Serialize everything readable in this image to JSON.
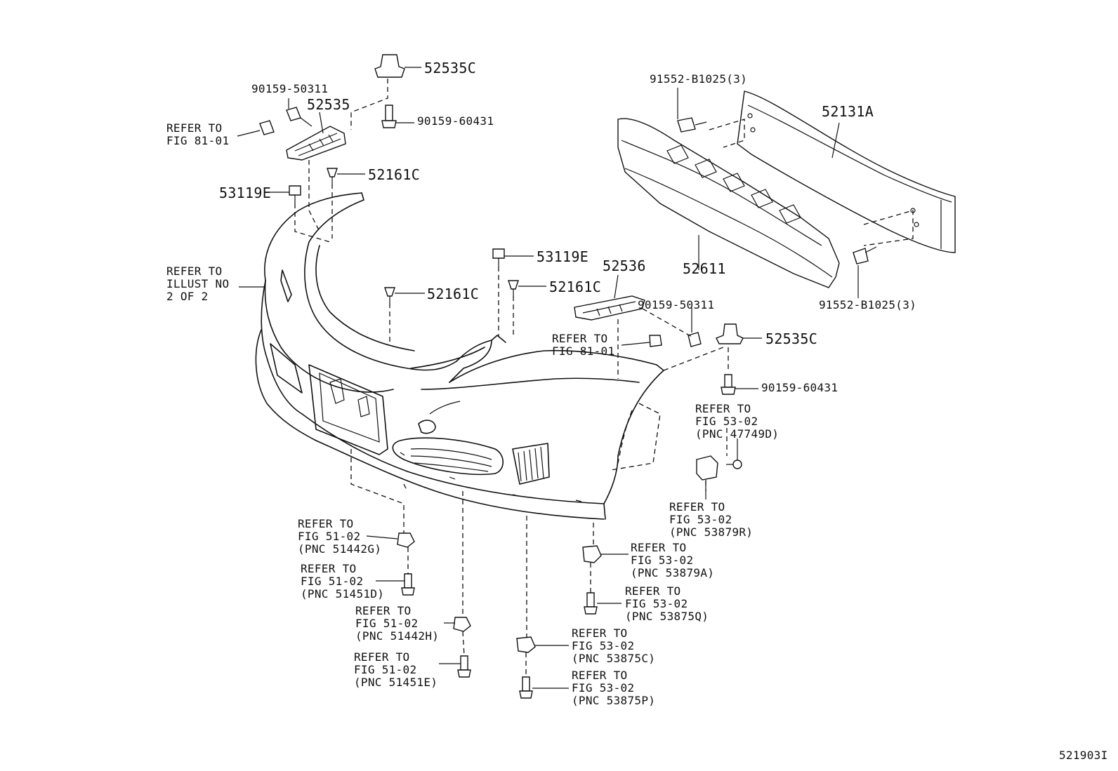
{
  "callouts": {
    "p52535c_a": "52535C",
    "p90159_50311_a": "90159-50311",
    "p52535": "52535",
    "p90159_60431_a": "90159-60431",
    "refer_fig81_a": "REFER TO\nFIG 81-01",
    "p52161c_a": "52161C",
    "p53119e_a": "53119E",
    "refer_illust": "REFER TO\nILLUST NO\n2 OF 2",
    "p53119e_b": "53119E",
    "p52161c_b": "52161C",
    "p52161c_c": "52161C",
    "p91552_a": "91552-B1025(3)",
    "p52131a": "52131A",
    "p52536": "52536",
    "p52611": "52611",
    "p91552_b": "91552-B1025(3)",
    "p90159_50311_b": "90159-50311",
    "refer_fig81_b": "REFER TO\nFIG 81-01",
    "p52535c_b": "52535C",
    "p90159_60431_b": "90159-60431",
    "refer_47749d": "REFER TO\nFIG 53-02\n(PNC 47749D)",
    "refer_53879r": "REFER TO\nFIG 53-02\n(PNC 53879R)",
    "refer_51442g": "REFER TO\nFIG 51-02\n(PNC 51442G)",
    "refer_51451d": "REFER TO\nFIG 51-02\n(PNC 51451D)",
    "refer_53879a": "REFER TO\nFIG 53-02\n(PNC 53879A)",
    "refer_53875q": "REFER TO\nFIG 53-02\n(PNC 53875Q)",
    "refer_51442h": "REFER TO\nFIG 51-02\n(PNC 51442H)",
    "refer_51451e": "REFER TO\nFIG 51-02\n(PNC 51451E)",
    "refer_53875c": "REFER TO\nFIG 53-02\n(PNC 53875C)",
    "refer_53875p": "REFER TO\nFIG 53-02\n(PNC 53875P)"
  },
  "diagram_id": "521903I"
}
